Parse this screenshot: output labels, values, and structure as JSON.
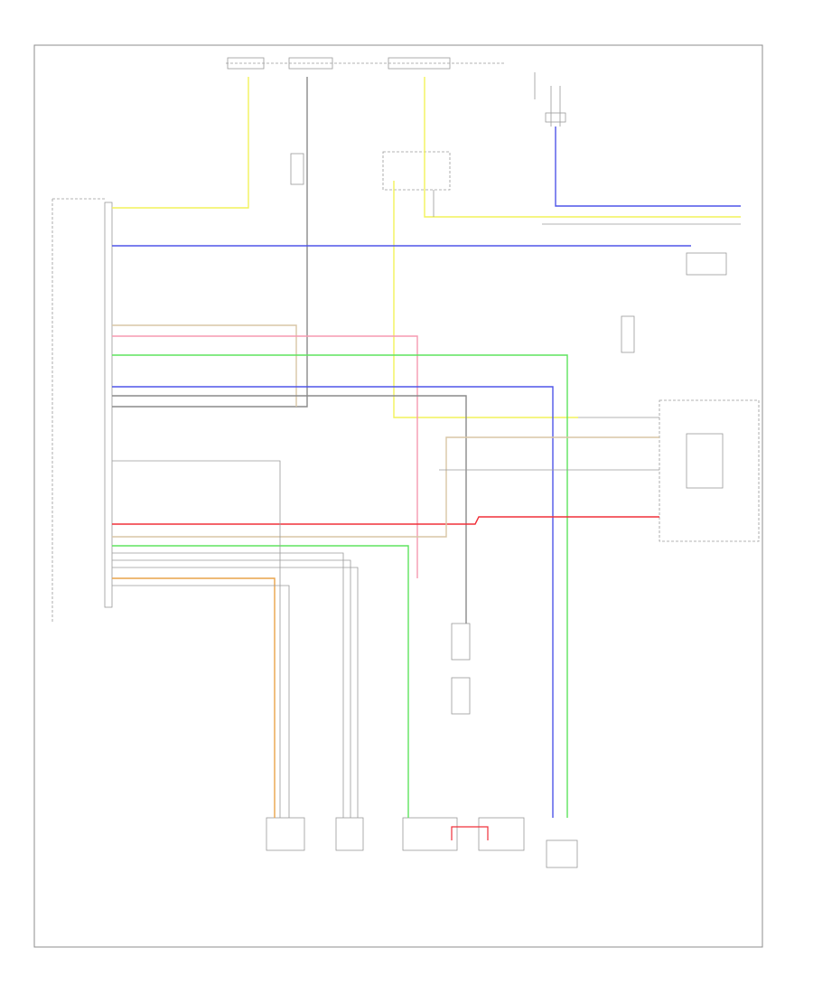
{
  "diagram": {
    "footer_code": "",
    "colors": {
      "yellow": "#f2f25a",
      "blue": "#4f55e8",
      "green": "#5ee35e",
      "red": "#f0303a",
      "pink": "#f59ab0",
      "gray": "#8a8a8a",
      "tan": "#d8c6a6",
      "orange": "#e9a44a",
      "light_blue": "#8fb0f2"
    },
    "wires": [
      {
        "id": "w-yel-ac-top",
        "color": "yellow"
      },
      {
        "id": "w-gray-riser",
        "color": "gray"
      },
      {
        "id": "w-yel-center",
        "color": "yellow"
      },
      {
        "id": "w-yel-right",
        "color": "yellow"
      },
      {
        "id": "w-blue-right-top",
        "color": "blue"
      },
      {
        "id": "w-blue-top",
        "color": "blue"
      },
      {
        "id": "w-tan-mid",
        "color": "tan"
      },
      {
        "id": "w-pink-mid",
        "color": "pink"
      },
      {
        "id": "w-green-mid",
        "color": "green"
      },
      {
        "id": "w-blue-mid",
        "color": "blue"
      },
      {
        "id": "w-gray-mid",
        "color": "gray"
      },
      {
        "id": "w-red-lower",
        "color": "red"
      },
      {
        "id": "w-tan-lower",
        "color": "tan"
      },
      {
        "id": "w-green-lower",
        "color": "green"
      },
      {
        "id": "w-orange-lower",
        "color": "orange"
      }
    ]
  }
}
